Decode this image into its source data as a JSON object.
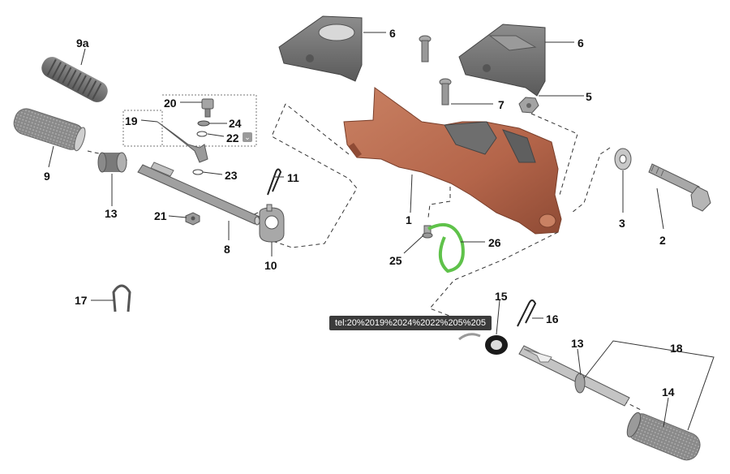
{
  "tooltip": "tel:20%2019%2024%2022%205%205",
  "colors": {
    "housing": "#b86a4c",
    "housing_dark": "#8a4a34",
    "part_gray": "#6f6f6f",
    "part_light": "#a9a9a9",
    "highlight_green": "#5fc24a"
  },
  "icons": {
    "expand": "chevron-down-icon"
  },
  "labels": {
    "p1": "1",
    "p2": "2",
    "p3": "3",
    "p5": "5",
    "p6a": "6",
    "p6b": "6",
    "p7": "7",
    "p8": "8",
    "p9": "9",
    "p9a": "9a",
    "p10": "10",
    "p11": "11",
    "p13a": "13",
    "p13b": "13",
    "p14": "14",
    "p15": "15",
    "p16": "16",
    "p17": "17",
    "p18": "18",
    "p19": "19",
    "p20": "20",
    "p21": "21",
    "p22": "22",
    "p23": "23",
    "p24": "24",
    "p25": "25",
    "p26": "26"
  }
}
